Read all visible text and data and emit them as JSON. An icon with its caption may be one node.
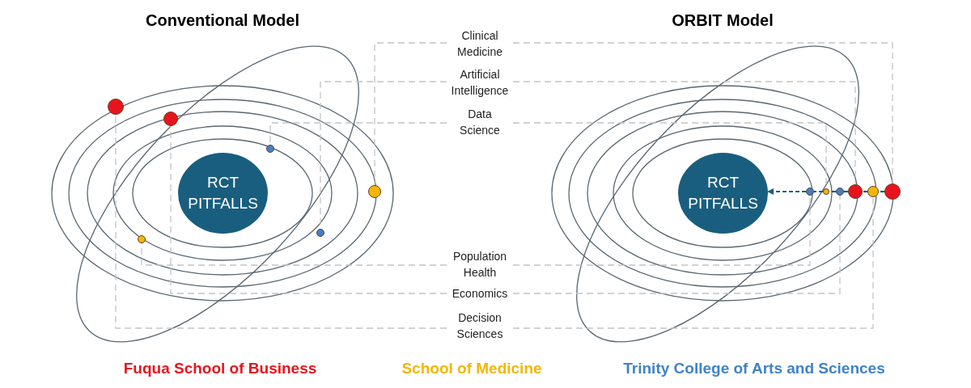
{
  "diagram": {
    "nodes": [
      {
        "text": [
          "RCT PITFALLS"
        ]
      },
      {
        "text": [
          "RCT PITFALLS"
        ]
      },
      {
        "text": [
          "Clinical Medicine"
        ]
      },
      {
        "text": [
          "Artificial Intelligence"
        ]
      },
      {
        "text": [
          "Data Science"
        ]
      },
      {
        "text": [
          "Population Health"
        ]
      },
      {
        "text": [
          "Economics"
        ]
      },
      {
        "text": [
          "Decision Sciences"
        ]
      },
      {
        "text": [],
        "shape": "circle"
      },
      {
        "text": [],
        "shape": "circle"
      },
      {
        "text": [],
        "shape": "circle"
      },
      {
        "text": [],
        "shape": "circle"
      },
      {
        "text": [],
        "shape": "circle"
      },
      {
        "text": [],
        "shape": "circle"
      },
      {
        "text": [],
        "shape": "circle"
      },
      {
        "text": [],
        "shape": "circle"
      },
      {
        "text": [],
        "shape": "circle"
      },
      {
        "text": [],
        "shape": "circle"
      },
      {
        "text": [],
        "shape": "circle"
      },
      {
        "text": [],
        "shape": "circle"
      }
    ],
    "edges": [
      {
        "from": 2,
        "to": 11,
        "arrow": "none",
        "style": "dashed"
      },
      {
        "from": 2,
        "to": 19,
        "arrow": "none",
        "style": "dashed"
      },
      {
        "from": 3,
        "to": 13,
        "arrow": "none",
        "style": "dashed"
      },
      {
        "from": 3,
        "to": 17,
        "arrow": "none",
        "style": "dashed"
      },
      {
        "from": 4,
        "to": 10,
        "arrow": "none",
        "style": "dashed"
      },
      {
        "from": 4,
        "to": 15,
        "arrow": "none",
        "style": "dashed"
      },
      {
        "from": 5,
        "to": 12,
        "arrow": "none",
        "style": "dashed"
      },
      {
        "from": 5,
        "to": 14,
        "arrow": "none",
        "style": "dashed"
      },
      {
        "from": 6,
        "to": 9,
        "arrow": "none",
        "style": "dashed"
      },
      {
        "from": 6,
        "to": 16,
        "arrow": "none",
        "style": "dashed"
      },
      {
        "from": 7,
        "to": 8,
        "arrow": "none",
        "style": "dashed"
      },
      {
        "from": 7,
        "to": 18,
        "arrow": "none",
        "style": "dashed"
      },
      {
        "from": 19,
        "to": 18,
        "arrow": "none",
        "style": "dashed",
        "color": "#1b5e7b"
      },
      {
        "from": 18,
        "to": 17,
        "arrow": "none",
        "style": "dashed",
        "color": "#1b5e7b"
      },
      {
        "from": 17,
        "to": 16,
        "arrow": "none",
        "style": "dashed",
        "color": "#1b5e7b"
      },
      {
        "from": 16,
        "to": 15,
        "arrow": "none",
        "style": "dashed",
        "color": "#1b5e7b"
      },
      {
        "from": 15,
        "to": 14,
        "arrow": "none",
        "style": "dashed",
        "color": "#1b5e7b"
      },
      {
        "from": 14,
        "to": 1,
        "arrow": "to",
        "style": "dashed",
        "color": "#1b5e7b"
      }
    ],
    "labels": [
      "Conventional Model",
      "ORBIT Model"
    ],
    "legend": [
      {
        "text": "Fuqua School of Business",
        "color": "#e8141c"
      },
      {
        "text": "School of Medicine",
        "color": "#f2b705"
      },
      {
        "text": "Trinity College of Arts and Sciences",
        "color": "#3f82c9"
      }
    ]
  }
}
